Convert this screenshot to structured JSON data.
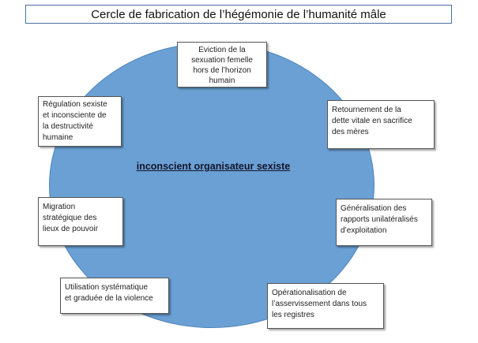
{
  "title": "Cercle de fabrication de l’hégémonie de l’humanité mâle",
  "center": "inconscient organisateur sexiste",
  "nodes": [
    {
      "id": "eviction",
      "lines": [
        "Eviction de la",
        "sexuation femelle",
        "hors de l’horizon",
        "humain"
      ]
    },
    {
      "id": "retournement",
      "lines": [
        "Retournement de la",
        "dette vitale en sacrifice",
        "des mères"
      ]
    },
    {
      "id": "generalisation",
      "lines": [
        "Généralisation des",
        "rapports unilatéralisés",
        "d’exploitation"
      ]
    },
    {
      "id": "operationalisation",
      "lines": [
        "Opérationalisation de",
        "l’asservissement dans tous",
        "les registres"
      ]
    },
    {
      "id": "utilisation",
      "lines": [
        "Utilisation systématique",
        "et graduée de la violence"
      ]
    },
    {
      "id": "migration",
      "lines": [
        "Migration",
        "stratégique des",
        "lieux de pouvoir"
      ]
    },
    {
      "id": "regulation",
      "lines": [
        "Régulation sexiste",
        "et inconsciente de",
        "la destructivité",
        "humaine"
      ]
    }
  ],
  "colors": {
    "circle": "#6aa0d4",
    "title_border": "#4a6fa0"
  }
}
